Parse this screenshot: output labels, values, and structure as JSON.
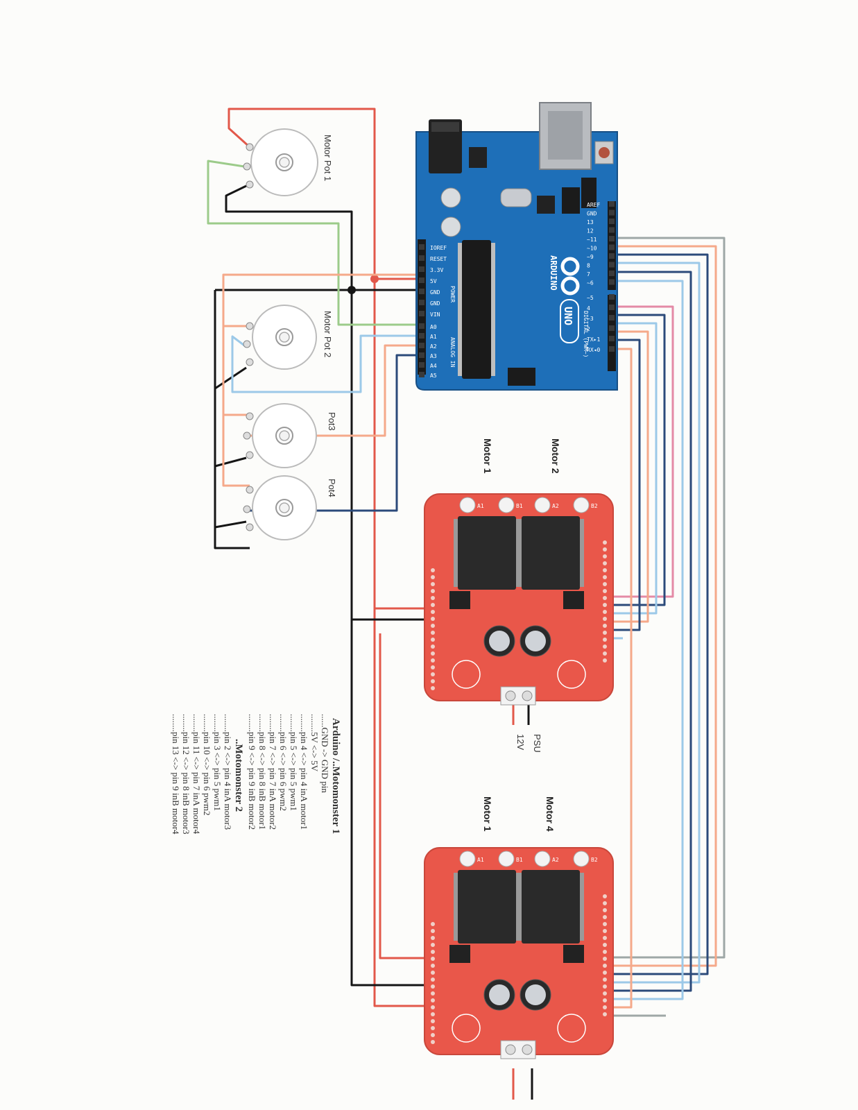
{
  "labels": {
    "motor_pot_1": "Motor Pot 1",
    "motor_pot_2": "Motor Pot 2",
    "pot3": "Pot3",
    "pot4": "Pot4",
    "shield1_motor_a": "Motor 1",
    "shield1_motor_b": "Motor 2",
    "shield2_motor_a": "Motor 1",
    "shield2_motor_b": "Motor 4",
    "psu": "PSU",
    "psu_voltage": "12V"
  },
  "arduino": {
    "brand": "ARDUINO",
    "model": "UNO",
    "power_pins": [
      "IOREF",
      "RESET",
      "3.3V",
      "5V",
      "GND",
      "GND",
      "VIN"
    ],
    "power_header": "POWER",
    "analog_pins": [
      "A0",
      "A1",
      "A2",
      "A3",
      "A4",
      "A5"
    ],
    "analog_header": "ANALOG IN",
    "digital_pins": [
      "AREF",
      "GND",
      "13",
      "12",
      "~11",
      "~10",
      "~9",
      "8",
      "7",
      "~6",
      "~5",
      "4",
      "~3",
      "2",
      "TX▸1",
      "RX◂0"
    ],
    "digital_header": "DIGITAL (PWM~)"
  },
  "shields": {
    "terminals": [
      "A1",
      "B1",
      "A2",
      "B2"
    ]
  },
  "notes": {
    "title1": "Arduino /..Motomonster 1",
    "lines1": [
      "......GND -> GND pin",
      "........5V <-> 5V",
      "........pin 4 <-> pin 4 inA motor1",
      "........pin 5 <-> pin 5 pwm1",
      "........pin 6 <-> pin 6 pwm2",
      "........pin 7 <-> pin 7 inA motor2",
      "........pin 8 <-> pin 8 inB motor1",
      "........pin 9 <-> pin 9 inB motor2"
    ],
    "title2": "..Motomonster 2",
    "lines2": [
      "........pin 2 <-> pin 4 inA motor3",
      "........pin 3 <-> pin 5 pwm1",
      "........pin 10 <-> pin 6 pwm2",
      "........pin 11 <-> pin 7 inA motor4",
      "........pin 12 <-> pin 8 inB motor3",
      "........pin 13 <-> pin 9 inB motor4"
    ]
  },
  "colors": {
    "arduino_board": "#1e6fb8",
    "shield_board": "#e9574a",
    "wire_red": "#e2584a",
    "wire_black": "#151515",
    "wire_green": "#9ccb8a",
    "wire_light_blue": "#9cc9e8",
    "wire_salmon": "#f5a98a",
    "wire_navy": "#2b4a7a",
    "wire_gray": "#9ea7a6",
    "wire_pink": "#e48aa6"
  }
}
